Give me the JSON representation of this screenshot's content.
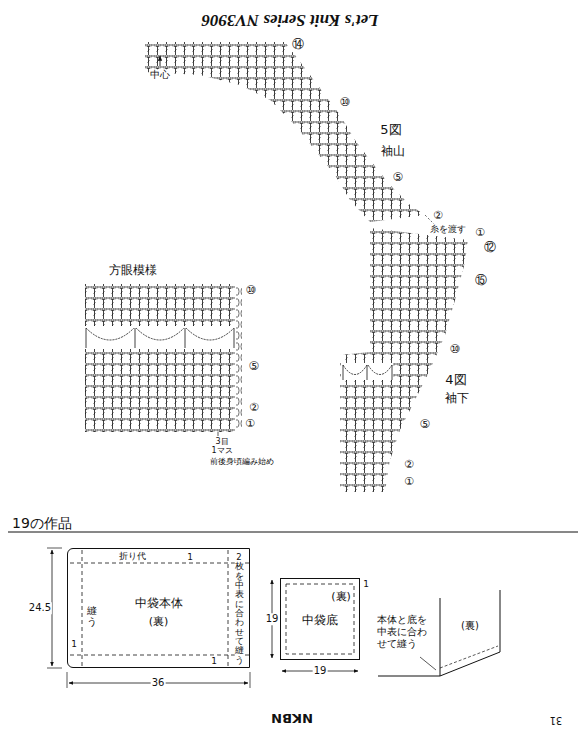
{
  "diagram": {
    "nodes": [
      {
        "text": [
          "中袋本体",
          "(裏)"
        ]
      },
      {
        "text": [
          "中袋底",
          "(裏)"
        ]
      }
    ],
    "labels": [
      "Let's Knit Series NV3906",
      "⑭",
      "中心",
      "⑩",
      "5図",
      "袖山",
      "⑤",
      "②",
      "糸を渡す",
      "①",
      "⑫",
      "⑮",
      "⑩",
      "4図",
      "袖下",
      "⑤",
      "②",
      "①",
      "方眼模様",
      "⑩",
      "⑤",
      "②",
      "①",
      "3目",
      "1マス",
      "前後身頃編み始め",
      "19の作品",
      "折り代",
      "24.5",
      "縫う",
      "2枚を中表に合わせて縫う",
      "1",
      "1",
      "1",
      "36",
      "19",
      "1",
      "19",
      "本体と底を中表に合わせて縫う",
      "(裏)",
      "NKBN",
      "31"
    ]
  }
}
